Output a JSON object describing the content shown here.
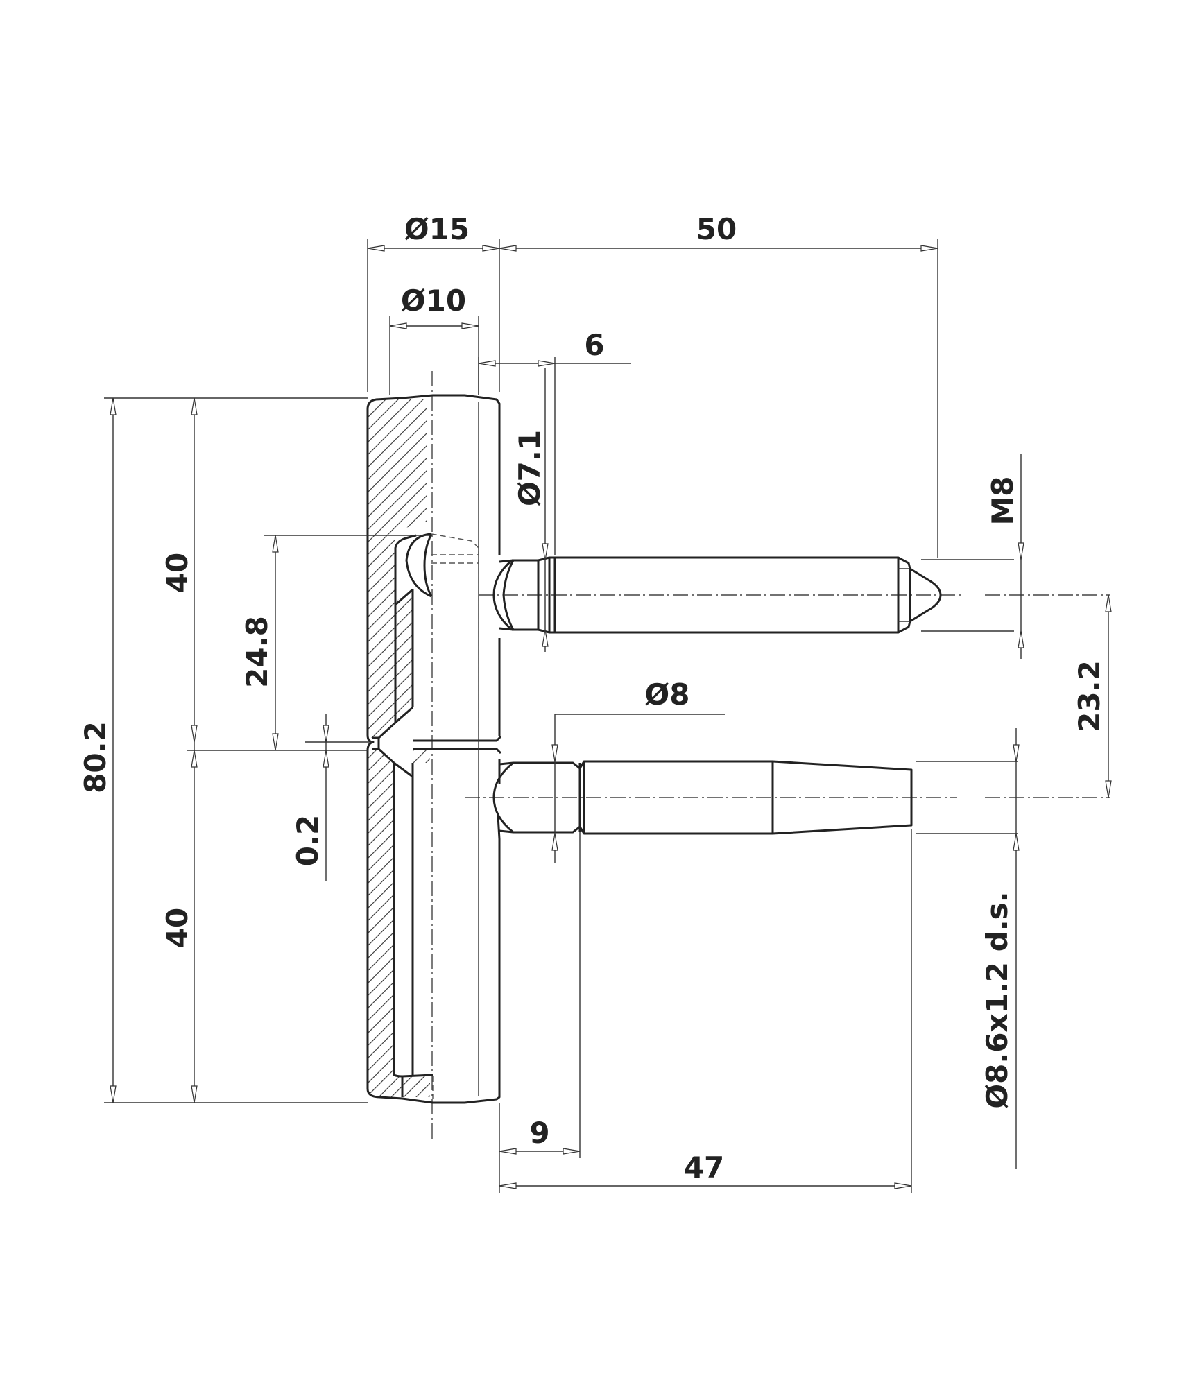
{
  "drawing": {
    "dimensions": {
      "body_diameter": "Ø15",
      "inner_diameter": "Ø10",
      "pin_offset": "6",
      "upper_pin_diameter": "Ø7.1",
      "upper_pin_length": "50",
      "thread": "M8",
      "overall_height": "80.2",
      "upper_half_height": "40",
      "lower_half_height": "40",
      "ball_height": "24.8",
      "gap": "0.2",
      "pin_spacing": "23.2",
      "lower_pin_diameter": "Ø8",
      "lower_pin_thread": "Ø8.6x1.2 d.s.",
      "lower_pin_offset": "9",
      "lower_pin_length": "47"
    }
  }
}
